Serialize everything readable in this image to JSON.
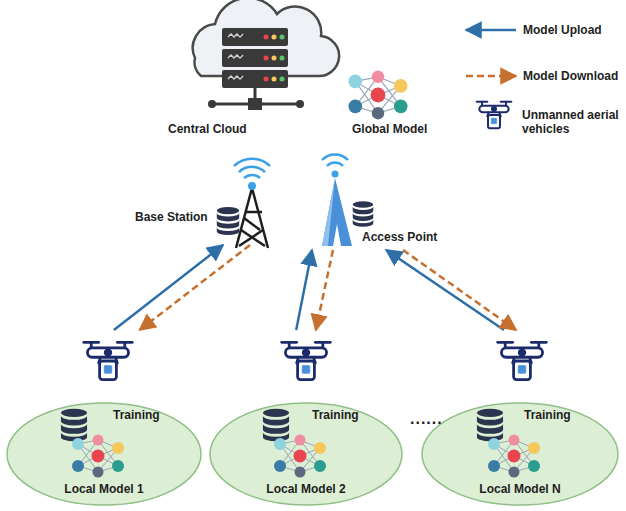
{
  "diagram": {
    "nodes": [
      {
        "text": [
          "Central Cloud"
        ]
      },
      {
        "text": [
          "Base Station"
        ]
      },
      {
        "text": [
          "Access Point"
        ]
      },
      {
        "text": [
          "Training",
          "Local Model 1"
        ]
      },
      {
        "text": [
          "Training",
          "Local Model 2"
        ]
      },
      {
        "text": [
          "Training",
          "Local Model N"
        ]
      }
    ],
    "edges": [
      {
        "from": 3,
        "to": 1,
        "arrow": "to"
      },
      {
        "from": 1,
        "to": 3,
        "arrow": "to"
      },
      {
        "from": 4,
        "to": 2,
        "arrow": "to"
      },
      {
        "from": 2,
        "to": 4,
        "arrow": "to"
      },
      {
        "from": 5,
        "to": 2,
        "arrow": "to"
      },
      {
        "from": 2,
        "to": 5,
        "arrow": "to"
      }
    ],
    "labels": [
      "Global Model",
      "......"
    ],
    "legend": [
      {
        "text": "Model Upload"
      },
      {
        "text": "Model Download"
      },
      {
        "text": "Unmanned aerial vehicles"
      }
    ]
  }
}
